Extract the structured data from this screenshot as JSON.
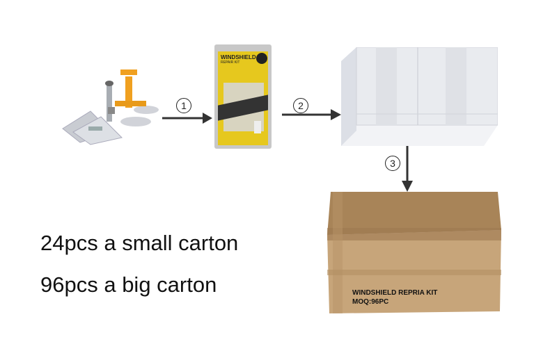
{
  "steps": [
    "1",
    "2",
    "3"
  ],
  "package": {
    "brand": "WINDSHIELD",
    "subtitle": "REPAIR KIT"
  },
  "carton": {
    "line1": "WINDSHIELD REPRIA KIT",
    "line2": "MOQ:96PC"
  },
  "captions": [
    "24pcs a small carton",
    "96pcs a big carton"
  ],
  "colors": {
    "carton": "#b08a5f",
    "tape": "#9c7850",
    "package_yellow": "#e6c81e",
    "tool_orange": "#f0a020"
  }
}
